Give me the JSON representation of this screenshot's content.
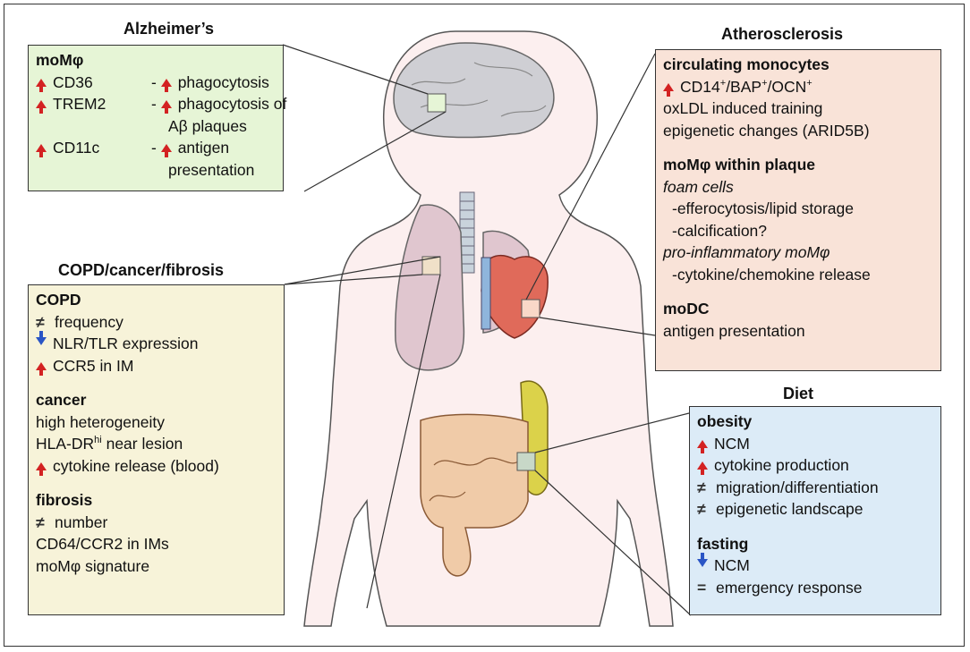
{
  "alzheimers": {
    "title": "Alzheimer’s",
    "header": "moMφ",
    "rows": [
      {
        "left": "CD36",
        "right": "phagocytosis"
      },
      {
        "left": "TREM2",
        "right": "phagocytosis of"
      },
      {
        "left": "",
        "right": "Aβ plaques"
      },
      {
        "left": "CD11c",
        "right": "antigen"
      },
      {
        "left": "",
        "right": "presentation"
      }
    ]
  },
  "atherosclerosis": {
    "title": "Atherosclerosis",
    "circ_header": "circulating monocytes",
    "circ_marker": "CD14",
    "circ_marker2": "/BAP",
    "circ_marker3": "/OCN",
    "circ_line2": "oxLDL induced training",
    "circ_line3": "epigenetic changes (ARID5B)",
    "plaque_header": "moMφ within plaque",
    "foam": "foam cells",
    "foam_1": "-efferocytosis/lipid storage",
    "foam_2": "-calcification?",
    "proinf": "pro-inflammatory moMφ",
    "proinf_1": "-cytokine/chemokine release",
    "modc_header": "moDC",
    "modc_1": "antigen presentation"
  },
  "copd": {
    "title": "COPD/cancer/fibrosis",
    "copd_header": "COPD",
    "copd_1": "frequency",
    "copd_2": "NLR/TLR expression",
    "copd_3": "CCR5 in IM",
    "cancer_header": "cancer",
    "cancer_1": "high heterogeneity",
    "cancer_2a": "HLA-DR",
    "cancer_2sup": "hi",
    "cancer_2b": " near lesion",
    "cancer_3": "cytokine release (blood)",
    "fib_header": "fibrosis",
    "fib_1": "number",
    "fib_2": "CD64/CCR2 in IMs",
    "fib_3": "moMφ signature"
  },
  "diet": {
    "title": "Diet",
    "obesity_header": "obesity",
    "ob_1": "NCM",
    "ob_2": "cytokine production",
    "ob_3": "migration/differentiation",
    "ob_4": "epigenetic landscape",
    "fasting_header": "fasting",
    "fa_1": "NCM",
    "fa_2": "emergency response"
  },
  "colors": {
    "alz_bg": "#e6f5d6",
    "ath_bg": "#f9e3d8",
    "copd_bg": "#f7f3d9",
    "diet_bg": "#dcebf7",
    "up_arrow": "#d32222",
    "down_arrow": "#2a55c5",
    "body_fill": "#fcefef"
  },
  "icons": [
    "up-arrow-icon",
    "down-arrow-icon",
    "not-equal-icon",
    "equal-icon"
  ]
}
